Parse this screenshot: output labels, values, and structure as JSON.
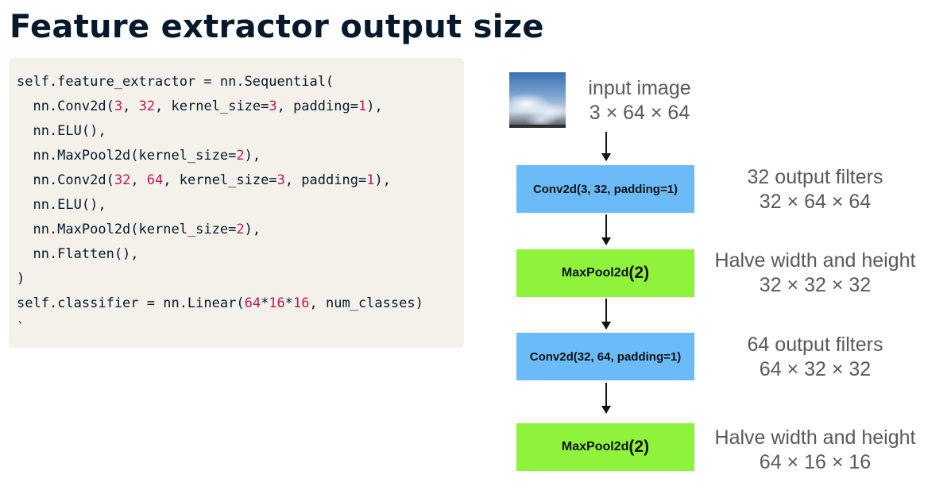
{
  "title": "Feature extractor output size",
  "code": {
    "line1": [
      "self.feature_extractor = nn.Sequential("
    ],
    "line2": [
      "  nn.Conv2d(",
      "3",
      ", ",
      "32",
      ", kernel_size=",
      "3",
      ", padding=",
      "1",
      "),"
    ],
    "line3": [
      "  nn.ELU(),"
    ],
    "line4": [
      "  nn.MaxPool2d(kernel_size=",
      "2",
      "),"
    ],
    "line5": [
      "  nn.Conv2d(",
      "32",
      ", ",
      "64",
      ", kernel_size=",
      "3",
      ", padding=",
      "1",
      "),"
    ],
    "line6": [
      "  nn.ELU(),"
    ],
    "line7": [
      "  nn.MaxPool2d(kernel_size=",
      "2",
      "),"
    ],
    "line8": [
      "  nn.Flatten(),"
    ],
    "line9": [
      ")"
    ],
    "line10": [
      "self.classifier = nn.Linear(",
      "64",
      "*",
      "16",
      "*",
      "16",
      ", num_classes)"
    ],
    "line11": [
      "`"
    ]
  },
  "diagram": {
    "input": {
      "label": "input image",
      "shape": "3 × 64 × 64"
    },
    "conv1": {
      "text": "Conv2d(3, 32, padding=1)",
      "note": "32 output filters",
      "shape": "32 × 64 × 64"
    },
    "pool1": {
      "text": "MaxPool2d",
      "arg": "(2)",
      "note": "Halve width and height",
      "shape": "32 × 32 × 32"
    },
    "conv2": {
      "text": "Conv2d(32, 64, padding=1)",
      "note": "64 output filters",
      "shape": "64 × 32 × 32"
    },
    "pool2": {
      "text": "MaxPool2d",
      "arg": "(2)",
      "note": "Halve width and height",
      "shape": "64 × 16 × 16"
    }
  },
  "colors": {
    "conv_box": "#6bbbf8",
    "pool_box": "#8ff33b",
    "code_bg": "#f4f1ea",
    "number": "#c2185b"
  }
}
